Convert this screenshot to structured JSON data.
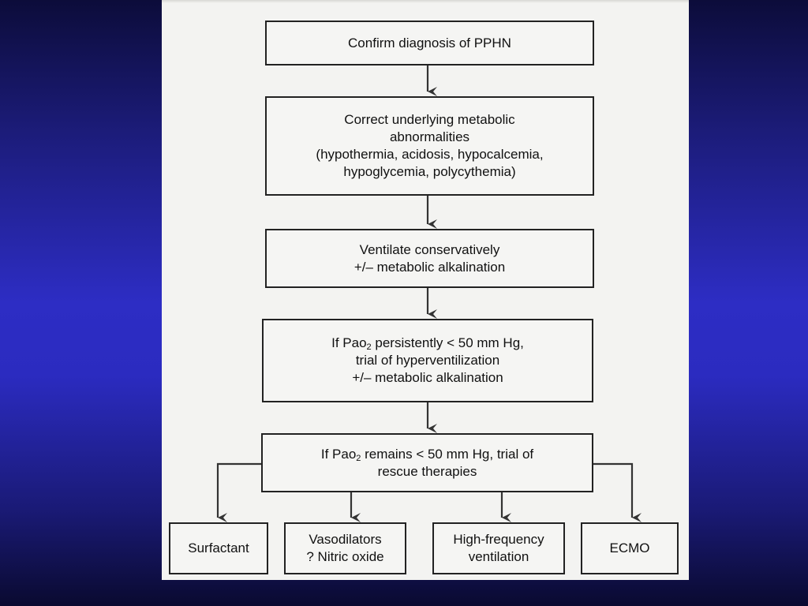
{
  "flowchart": {
    "box1": {
      "line1": "Confirm diagnosis of PPHN"
    },
    "box2": {
      "line1": "Correct underlying metabolic",
      "line2": "abnormalities",
      "line3": "(hypothermia, acidosis, hypocalcemia,",
      "line4": "hypoglycemia, polycythemia)"
    },
    "box3": {
      "line1": "Ventilate conservatively",
      "line2": "+/– metabolic alkalination"
    },
    "box4": {
      "line1_pre": "If  Pao",
      "line1_sub": "2",
      "line1_post": " persistently < 50 mm Hg,",
      "line2": "trial of hyperventilization",
      "line3": "+/– metabolic alkalination"
    },
    "box5": {
      "line1_pre": "If Pao",
      "line1_sub": "2",
      "line1_post": " remains < 50 mm Hg, trial of",
      "line2": "rescue therapies"
    },
    "options": [
      {
        "line1": "Surfactant"
      },
      {
        "line1": "Vasodilators",
        "line2": "? Nitric oxide"
      },
      {
        "line1": "High-frequency",
        "line2": "ventilation"
      },
      {
        "line1": "ECMO"
      }
    ]
  },
  "colors": {
    "background_center": "#2d2dc4",
    "background_edge": "#0a0a30",
    "paper": "#f3f3f1",
    "ink": "#222222"
  }
}
